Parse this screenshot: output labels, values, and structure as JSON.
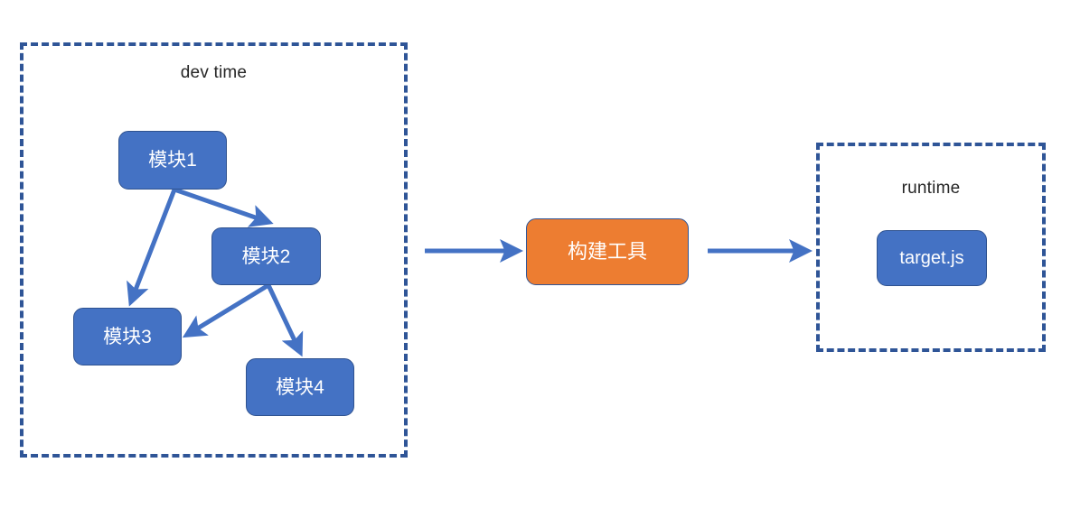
{
  "diagram": {
    "title_text": "",
    "background": "#ffffff",
    "colors": {
      "module_fill": "#4472c4",
      "module_border": "#2f528f",
      "build_fill": "#ed7d31",
      "build_border": "#2f5597",
      "dashed_border": "#2f5597",
      "arrow": "#4472c4",
      "label_text": "#262626",
      "node_text": "#ffffff"
    },
    "groups": [
      {
        "id": "dev-time",
        "label": "dev time",
        "border_style": "dashed"
      },
      {
        "id": "runtime",
        "label": "runtime",
        "border_style": "dashed"
      }
    ],
    "nodes": [
      {
        "id": "mod1",
        "label": "模块1",
        "group": "dev-time",
        "shape": "rounded-rect",
        "fill": "#4472c4"
      },
      {
        "id": "mod2",
        "label": "模块2",
        "group": "dev-time",
        "shape": "rounded-rect",
        "fill": "#4472c4"
      },
      {
        "id": "mod3",
        "label": "模块3",
        "group": "dev-time",
        "shape": "rounded-rect",
        "fill": "#4472c4"
      },
      {
        "id": "mod4",
        "label": "模块4",
        "group": "dev-time",
        "shape": "rounded-rect",
        "fill": "#4472c4"
      },
      {
        "id": "build-tool",
        "label": "构建工具",
        "group": "",
        "shape": "rounded-rect",
        "fill": "#ed7d31"
      },
      {
        "id": "target-js",
        "label": "target.js",
        "group": "runtime",
        "shape": "rounded-rect",
        "fill": "#4472c4"
      }
    ],
    "edges": [
      {
        "id": "mod1-to-mod3",
        "from": "mod1",
        "to": "mod3",
        "style": "solid-arrow"
      },
      {
        "id": "mod1-to-mod2",
        "from": "mod1",
        "to": "mod2",
        "style": "solid-arrow"
      },
      {
        "id": "mod2-to-mod3",
        "from": "mod2",
        "to": "mod3",
        "style": "solid-arrow"
      },
      {
        "id": "mod2-to-mod4",
        "from": "mod2",
        "to": "mod4",
        "style": "solid-arrow"
      },
      {
        "id": "devtime-to-build",
        "from": "dev-time",
        "to": "build-tool",
        "style": "solid-arrow"
      },
      {
        "id": "build-to-runtime",
        "from": "build-tool",
        "to": "runtime",
        "style": "solid-arrow"
      }
    ]
  }
}
